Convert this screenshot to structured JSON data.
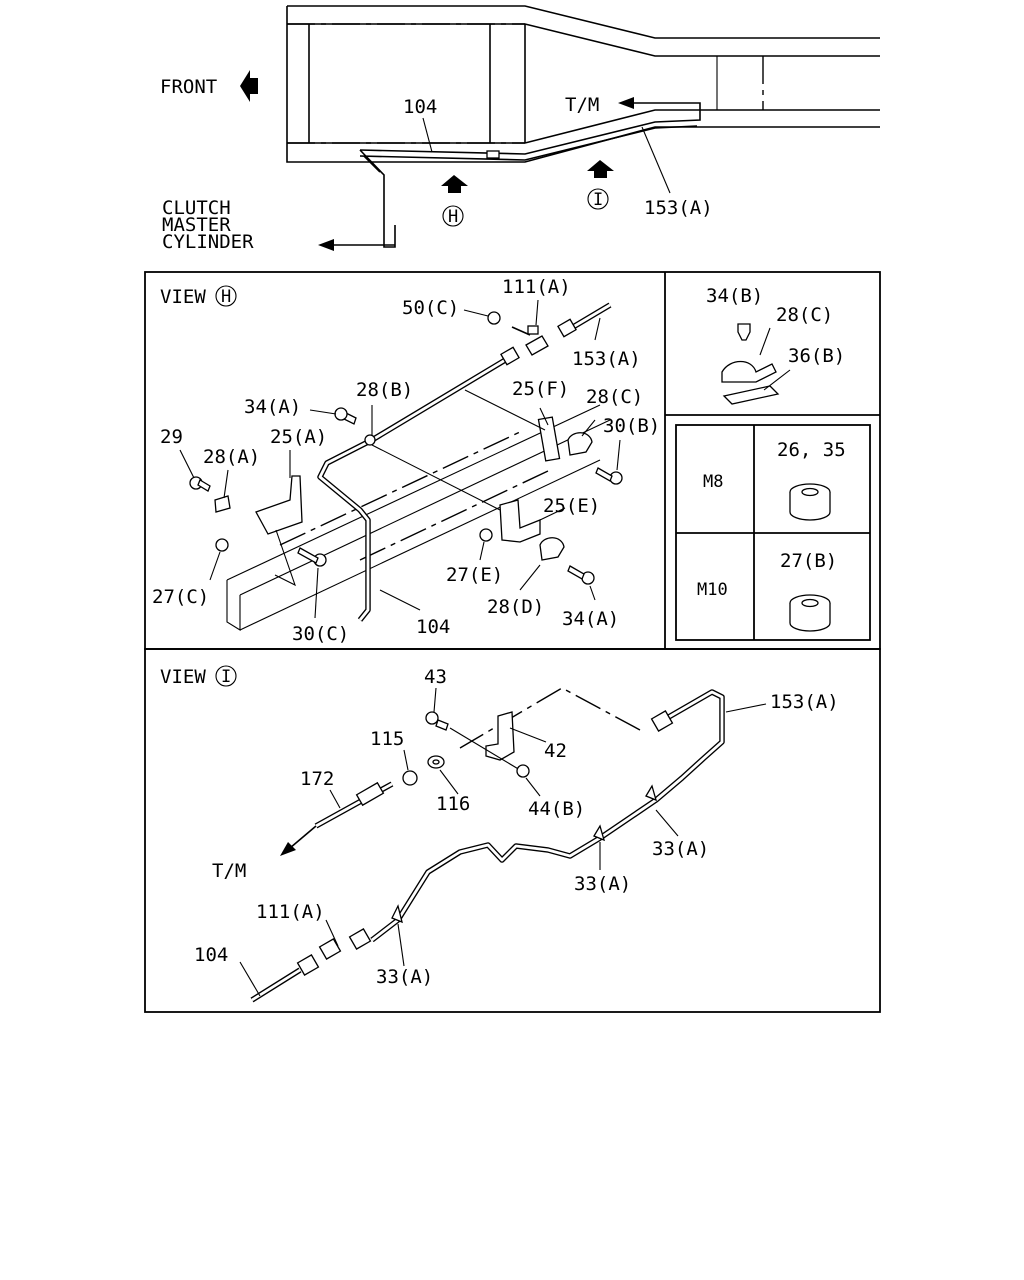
{
  "overview": {
    "front": "FRONT",
    "tm_top": "T/M",
    "clutch_line1": "CLUTCH",
    "clutch_line2": "MASTER",
    "clutch_line3": "CYLINDER",
    "label_104": "104",
    "label_153a": "153(A)",
    "view_h_marker": "H",
    "view_i_marker": "I"
  },
  "view_h": {
    "title": "VIEW",
    "marker": "H",
    "labels": {
      "l111a": "111(A)",
      "l50c": "50(C)",
      "l153a": "153(A)",
      "l28b": "28(B)",
      "l25f": "25(F)",
      "l34a_top": "34(A)",
      "l28c": "28(C)",
      "l30b": "30(B)",
      "l29": "29",
      "l28a": "28(A)",
      "l25a": "25(A)",
      "l25e": "25(E)",
      "l27e": "27(E)",
      "l27c": "27(C)",
      "l28d": "28(D)",
      "l34a_bot": "34(A)",
      "l30c": "30(C)",
      "l104": "104"
    }
  },
  "inset": {
    "labels": {
      "l34b": "34(B)",
      "l28c": "28(C)",
      "l36b": "36(B)"
    }
  },
  "nut_table": {
    "rows": [
      {
        "size": "M8",
        "part": "26, 35"
      },
      {
        "size": "M10",
        "part": "27(B)"
      }
    ]
  },
  "view_i": {
    "title": "VIEW",
    "marker": "I",
    "labels": {
      "l43": "43",
      "l153a": "153(A)",
      "l115": "115",
      "l42": "42",
      "l172": "172",
      "l116": "116",
      "l44b": "44(B)",
      "l33a_1": "33(A)",
      "l33a_2": "33(A)",
      "l33a_3": "33(A)",
      "ltm": "T/M",
      "l111a": "111(A)",
      "l104": "104"
    }
  }
}
